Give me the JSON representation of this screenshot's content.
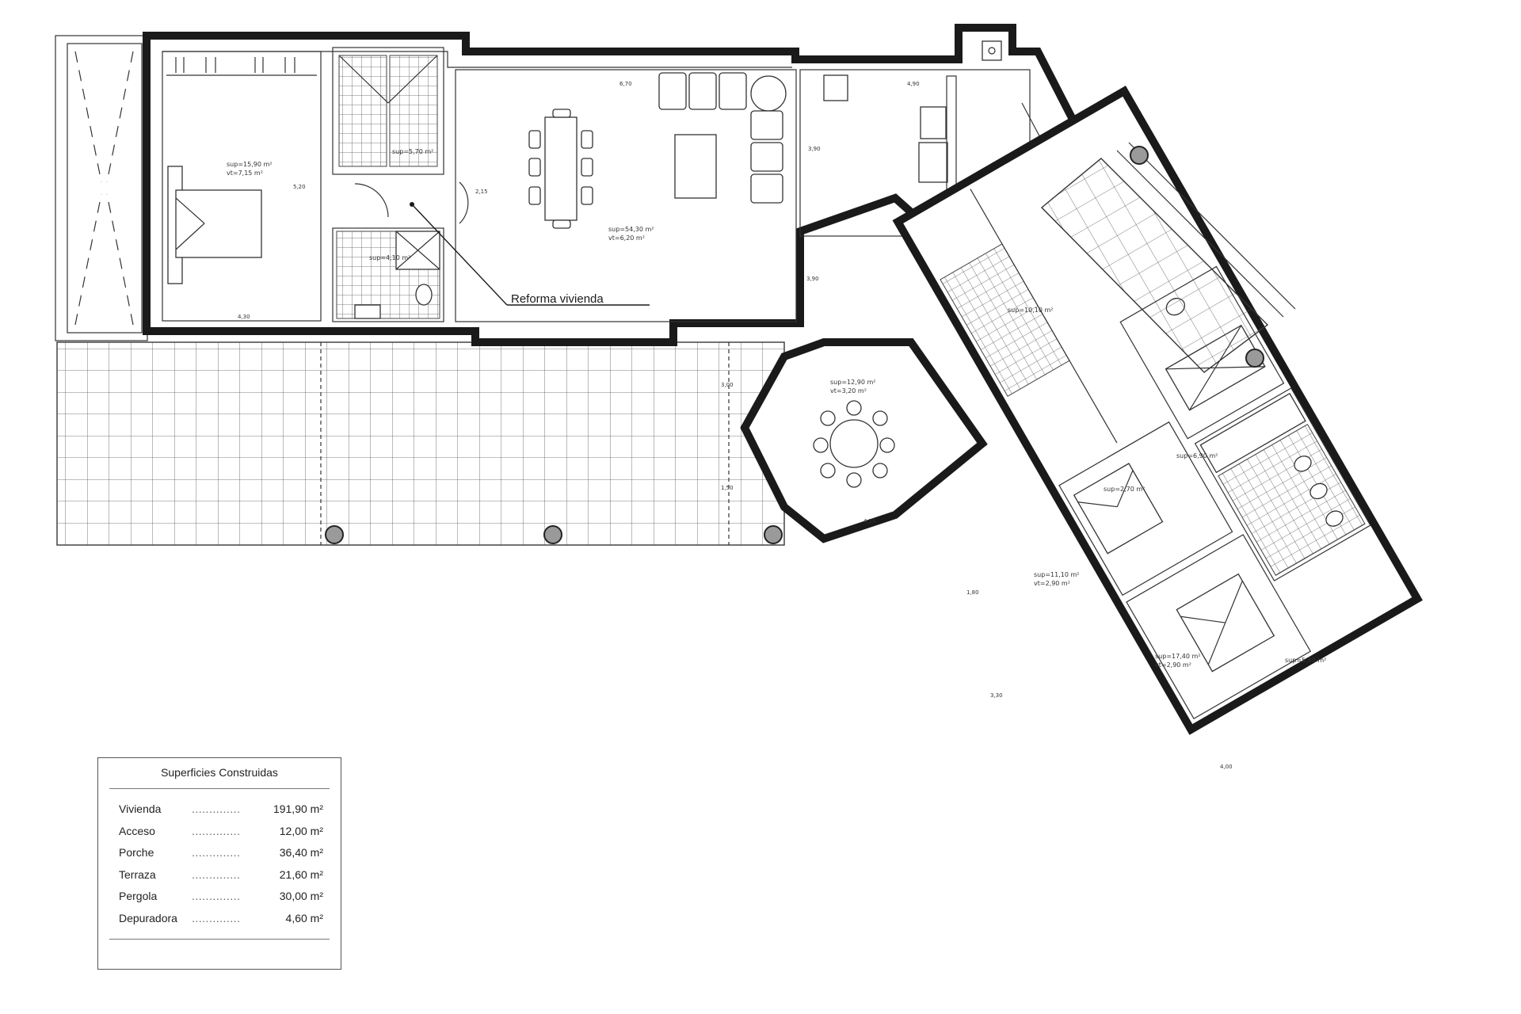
{
  "annotation": "Reforma vivienda",
  "areas_legend": {
    "title": "Superficies Construidas",
    "rows": [
      {
        "label": "Vivienda",
        "dots": "..............",
        "value": "191,90 m²"
      },
      {
        "label": "Acceso",
        "dots": "..............",
        "value": "12,00 m²"
      },
      {
        "label": "Porche",
        "dots": "..............",
        "value": "36,40 m²"
      },
      {
        "label": "Terraza",
        "dots": "..............",
        "value": "21,60 m²"
      },
      {
        "label": "Pergola",
        "dots": "..............",
        "value": "30,00 m²"
      },
      {
        "label": "Depuradora",
        "dots": "..............",
        "value": "4,60 m²"
      }
    ]
  },
  "room_labels": {
    "bedroom_1": [
      "sup=15,90 m²",
      "vt=7,15 m²"
    ],
    "stair_1": "sup=5,70 m²",
    "bath_1": "sup=4,10 m²",
    "living": [
      "sup=54,30 m²",
      "vt=6,20 m²"
    ],
    "hall": "sup=10,10 m²",
    "octagon": [
      "sup=12,90 m²",
      "vt=3,20 m²"
    ],
    "bath_2": "sup=6,90 m²",
    "corridor": "sup=2,70 m²",
    "bedroom_2": [
      "sup=11,10 m²",
      "vt=2,90 m²"
    ],
    "bedroom_3": [
      "sup=17,40 m²",
      "vt=2,90 m²"
    ],
    "bath_3": "sup=5,60 m²"
  },
  "dimensions": [
    "6,70",
    "4,90",
    "4,30",
    "5,20",
    "3,90",
    "2,15",
    "3,90",
    "3,00",
    "1,50",
    "4,20",
    "1,80",
    "3,30",
    "4,00"
  ]
}
